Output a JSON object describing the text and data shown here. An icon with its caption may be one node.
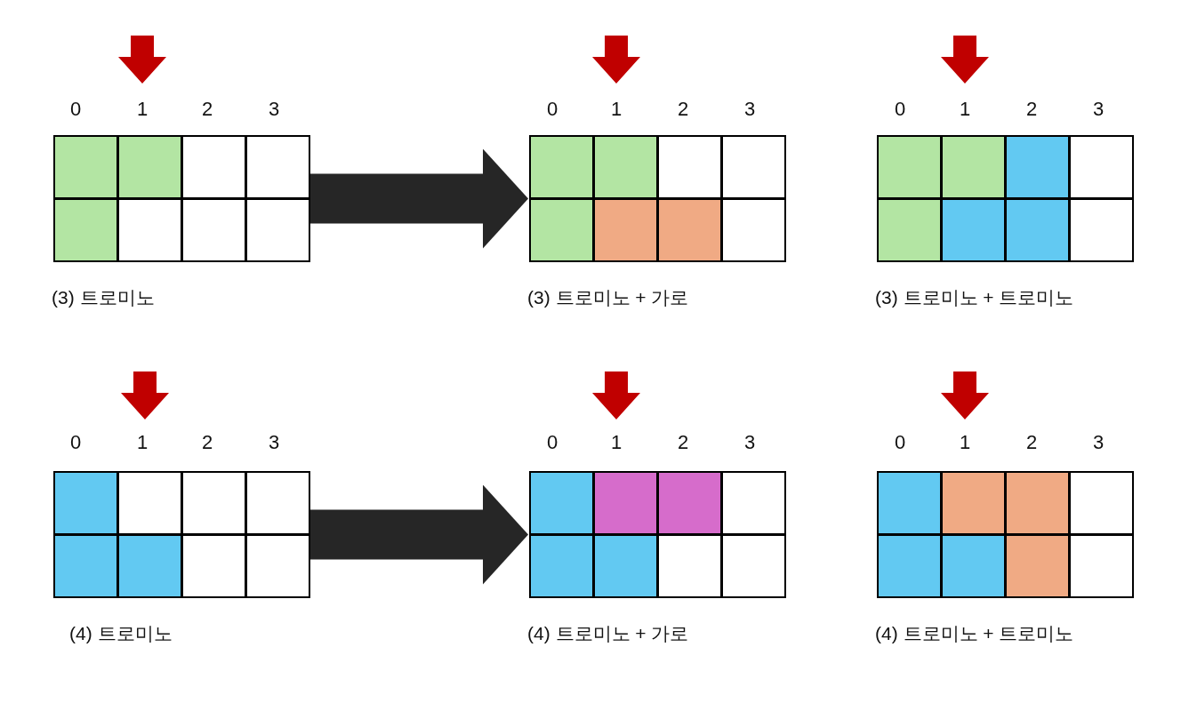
{
  "diagram": {
    "nodes": [
      {
        "text": [],
        "shape": "grid",
        "beside": [
          "(3) 트로미노"
        ]
      },
      {
        "text": [],
        "shape": "grid",
        "beside": [
          "(3) 트로미노 + 가로"
        ]
      },
      {
        "text": [],
        "shape": "grid",
        "beside": [
          "(3) 트로미노 + 트로미노"
        ]
      },
      {
        "text": [],
        "shape": "grid",
        "beside": [
          "(4) 트로미노"
        ]
      },
      {
        "text": [],
        "shape": "grid",
        "beside": [
          "(4) 트로미노 + 가로"
        ]
      },
      {
        "text": [],
        "shape": "grid",
        "beside": [
          "(4) 트로미노 + 트로미노"
        ]
      }
    ],
    "edges": [
      {
        "from": 0,
        "to": 1,
        "arrow": "to"
      },
      {
        "from": 3,
        "to": 4,
        "arrow": "to"
      }
    ],
    "labels": [
      "0",
      "1",
      "2",
      "3",
      "0",
      "1",
      "2",
      "3",
      "0",
      "1",
      "2",
      "3",
      "0",
      "1",
      "2",
      "3",
      "0",
      "1",
      "2",
      "3",
      "0",
      "1",
      "2",
      "3"
    ]
  }
}
